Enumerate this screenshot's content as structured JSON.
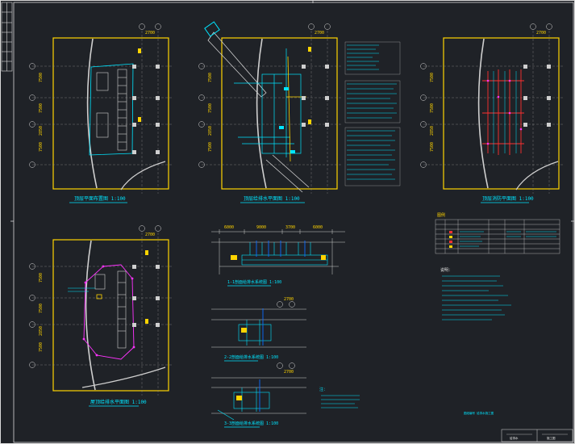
{
  "colors": {
    "background": "#1f2227",
    "frame": "#d9d9d9",
    "cyan": "#00e5ff",
    "yellow": "#ffd400",
    "red": "#ff3030",
    "magenta": "#ff33ff",
    "grid": "#8c8c8c",
    "wall": "#cfcfcf"
  },
  "plans": {
    "p1": {
      "title": "顶层平面布置图 1:100",
      "dims": [
        "7500",
        "7500",
        "2850",
        "7500"
      ],
      "top_dim": "2700"
    },
    "p2": {
      "title": "顶层给排水平面图 1:100",
      "dims": [
        "7500",
        "7500",
        "2850",
        "7500"
      ],
      "top_dim": "2700"
    },
    "p3": {
      "title": "顶层消防平面图 1:100",
      "dims": [
        "7500",
        "7500",
        "2850",
        "7500"
      ],
      "top_dim": "2700"
    },
    "p4": {
      "title": "屋顶给排水平面图 1:100",
      "dims": [
        "7500",
        "7500",
        "2850",
        "7500"
      ],
      "top_dim": "2700"
    }
  },
  "sections": {
    "s1": {
      "title": "1-1剖面给排水系统图 1:100",
      "dims": [
        "6000",
        "9000",
        "3700",
        "6000"
      ]
    },
    "s2": {
      "title": "2-2剖面给排水系统图 1:100",
      "top_dim": "2700"
    },
    "s3": {
      "title": "3-3剖面给排水系统图 1:100",
      "top_dim": "2700"
    }
  },
  "legend_header": "图例",
  "notes_header": "说明：",
  "small_note_header": "注：",
  "stamp_text": "图纸编号 给排水施工图",
  "title_block": [
    "给排水",
    "施工图"
  ]
}
